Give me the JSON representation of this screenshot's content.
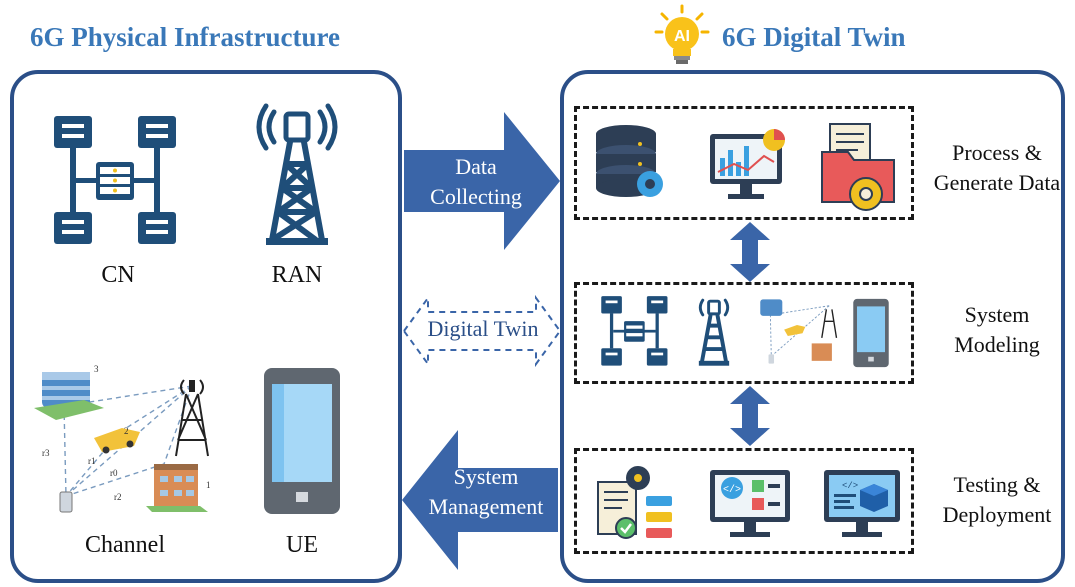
{
  "physical": {
    "title": "6G Physical Infrastructure",
    "items": {
      "cn": "CN",
      "ran": "RAN",
      "channel": "Channel",
      "ue": "UE"
    }
  },
  "twin": {
    "title": "6G Digital Twin",
    "badge": "AI",
    "stages": [
      {
        "label_line1": "Process &",
        "label_line2": "Generate Data"
      },
      {
        "label_line1": "System",
        "label_line2": "Modeling"
      },
      {
        "label_line1": "Testing &",
        "label_line2": "Deployment"
      }
    ]
  },
  "arrows": {
    "collect_line1": "Data",
    "collect_line2": "Collecting",
    "twin_label": "Digital Twin",
    "manage_line1": "System",
    "manage_line2": "Management"
  },
  "channel_labels": [
    "r3",
    "r1",
    "r0",
    "r2",
    "3",
    "2",
    "1"
  ],
  "colors": {
    "accent": "#3a78b8",
    "frame": "#2b4f88",
    "arrow": "#3a65a8",
    "server": "#1f4e79"
  }
}
